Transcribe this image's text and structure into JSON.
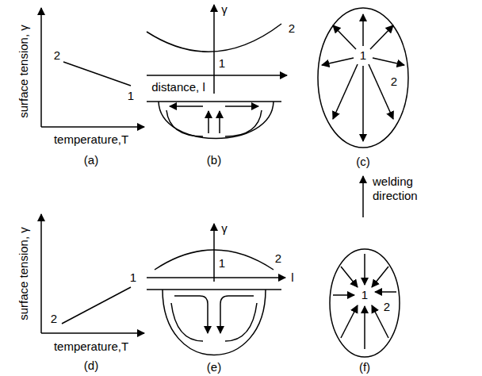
{
  "diagram": {
    "labels": [
      "surface tension, γ",
      "temperature,T",
      "2",
      "1",
      "(a)",
      "γ",
      "1",
      "2",
      "distance, l",
      "(b)",
      "1",
      "2",
      "(c)",
      "welding direction",
      "surface tension, γ",
      "temperature,T",
      "2",
      "1",
      "(d)",
      "γ",
      "1",
      "2",
      "l",
      "(e)",
      "1",
      "2",
      "(f)"
    ]
  }
}
